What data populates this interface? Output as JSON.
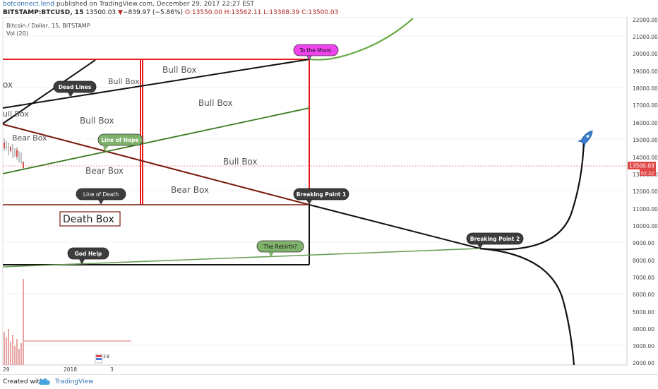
{
  "header": {
    "user": "botconnect.lend",
    "published": "published on TradingView.com, December 29, 2017 22:27 EST",
    "symbol": "BITSTAMP:BTCUSD, 15",
    "last": "13500.03",
    "change_arrow": "▼",
    "change": "−839.97 (−5.86%)",
    "ohlc": "O:13550.00 H:13562.11 L:13388.39 C:13500.03"
  },
  "chart": {
    "legend_title": "Bitcoin / Dollar, 15, BITSTAMP",
    "legend_vol": "Vol (20)",
    "price_ticks": [
      "22000.00",
      "21000.00",
      "20000.00",
      "19000.00",
      "18000.00",
      "17000.00",
      "16000.00",
      "15000.00",
      "14000.00",
      "13000.00",
      "12000.00",
      "11000.00",
      "10000.00",
      "9000.00",
      "8000.00",
      "7000.00",
      "6000.00",
      "5000.00",
      "4000.00",
      "3000.00",
      "2000.00"
    ],
    "time_ticks": [
      "29",
      "2018",
      "3"
    ],
    "price_label": "13500.03",
    "countdown_label": "02:22",
    "callouts": {
      "to_the_moon": "To the Moon",
      "dead_lines": "Dead Lines",
      "line_of_hope": "Line of Hope",
      "line_of_death": "Line of Death",
      "breaking_point_1": "Breaking Point 1",
      "breaking_point_2": "Breaking Point 2",
      "god_help": "God Help",
      "the_rebirth": "The Rebirth?"
    },
    "boxes": {
      "death_box": "Death Box",
      "bull_box": "Bull Box",
      "bear_box": "Bear Box",
      "box_fragment": "ox",
      "bull_fragment": "ull Box"
    },
    "badge_numbers": [
      "3",
      "8"
    ]
  },
  "footer": {
    "created_with": "Created with",
    "brand": "TradingView"
  },
  "colors": {
    "red": "#e51c1c",
    "green": "#3d7a23",
    "dark_red": "#7a1a0d",
    "moon_curve": "#6aac45",
    "callout_dark": "#3d3d3d",
    "callout_green": "#7fb26a",
    "callout_pink": "#ee44ee",
    "rocket": "#3a7fd0"
  }
}
